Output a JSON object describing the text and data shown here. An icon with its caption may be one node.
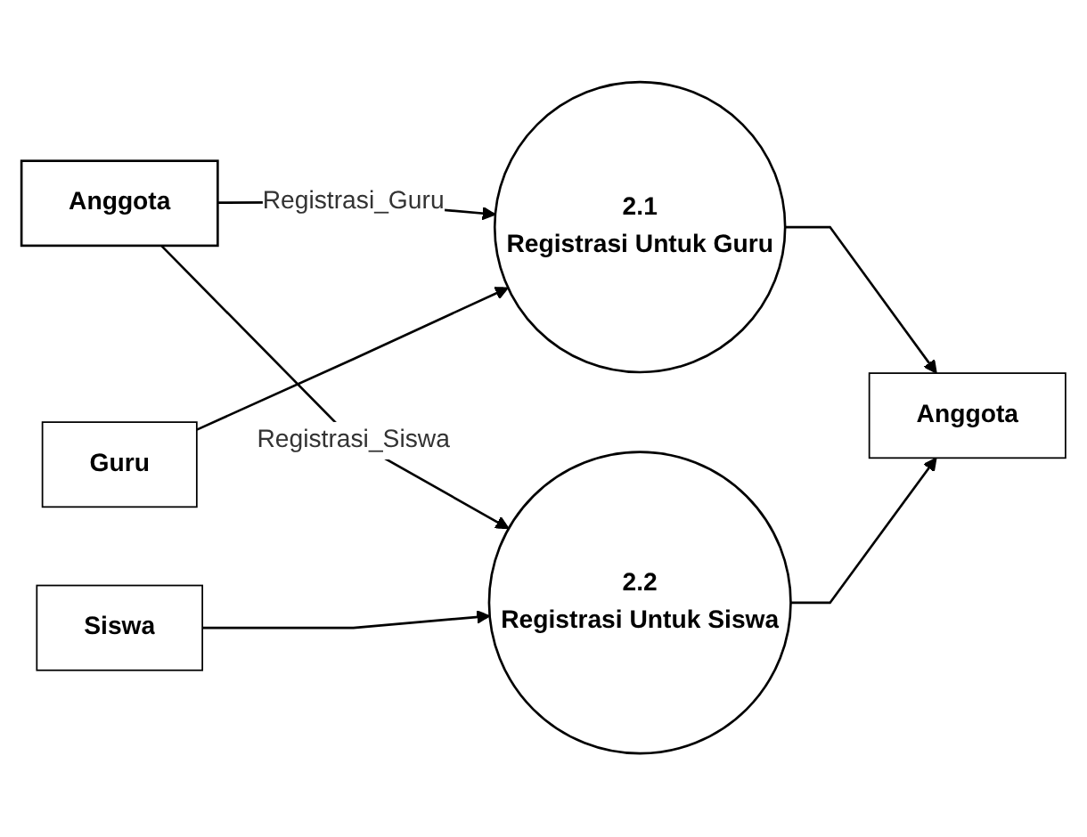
{
  "diagram": {
    "nodes": [
      {
        "text": [
          "Anggota"
        ]
      },
      {
        "text": [
          "2.1",
          "Registrasi Untuk Guru"
        ]
      },
      {
        "text": [
          "Guru"
        ]
      },
      {
        "text": [
          "Anggota"
        ]
      },
      {
        "text": [
          "2.2",
          "Registrasi Untuk Siswa"
        ]
      },
      {
        "text": [
          "Siswa"
        ]
      }
    ],
    "edges": [
      {
        "from": 0,
        "to": 1,
        "arrow": "to",
        "label": "Registrasi_Guru"
      },
      {
        "from": 2,
        "to": 1,
        "arrow": "to"
      },
      {
        "from": 1,
        "to": 3,
        "arrow": "to"
      },
      {
        "from": 4,
        "to": 3,
        "arrow": "to"
      },
      {
        "from": 0,
        "to": 4,
        "arrow": "to",
        "label": "Registrasi_Siswa"
      },
      {
        "from": 5,
        "to": 4,
        "arrow": "to"
      }
    ]
  }
}
